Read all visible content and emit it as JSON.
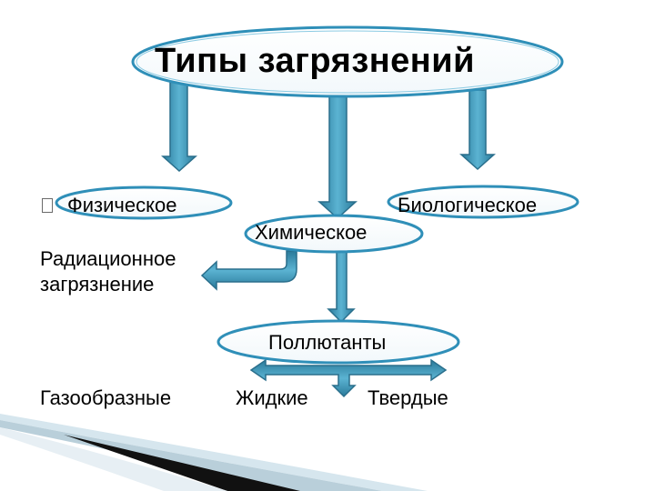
{
  "title": "Типы загрязнений",
  "types": {
    "physical": "Физическое",
    "chemical": "Химическое",
    "biological": "Биологическое"
  },
  "radiation": {
    "line1": "Радиационное",
    "line2": "загрязнение"
  },
  "pollutants": "Поллютанты",
  "states": {
    "gas": "Газообразные",
    "liquid": "Жидкие",
    "solid": "Твердые"
  },
  "colors": {
    "arrow": "#3a8fb0",
    "ellipse_border": "#2f8fb8",
    "ellipse_fill": "#ffffff"
  },
  "icons": {
    "bullet": "missing-glyph-box-icon"
  }
}
